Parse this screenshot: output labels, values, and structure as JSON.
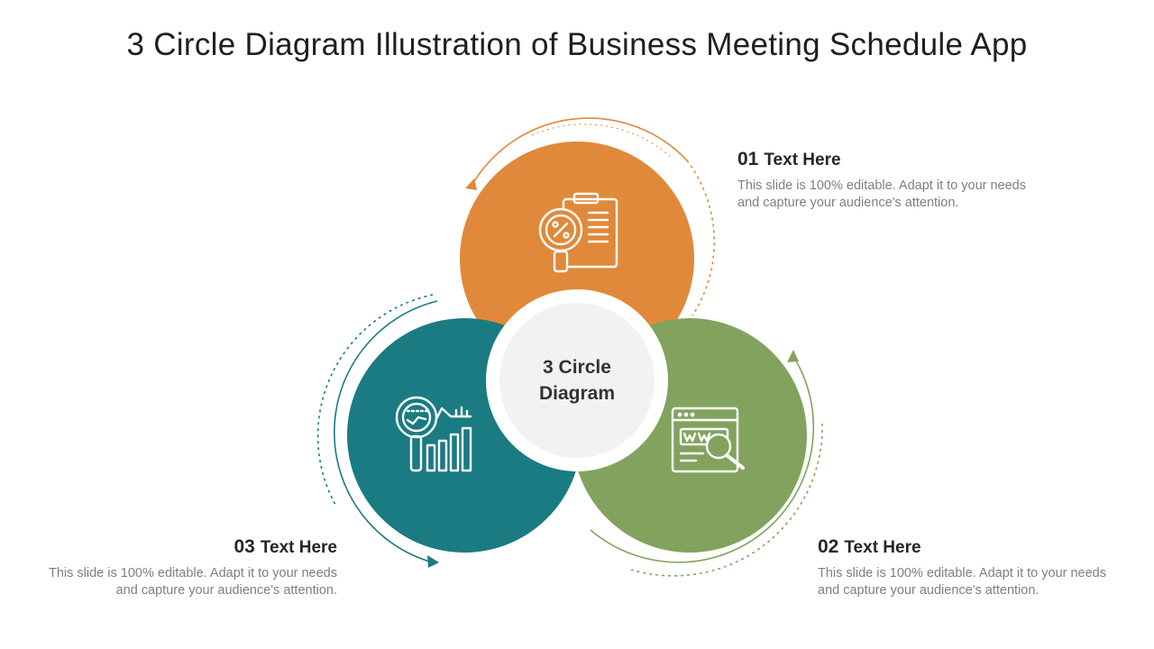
{
  "title": "3 Circle Diagram Illustration of Business Meeting Schedule App",
  "center": {
    "line1": "3 Circle",
    "line2": "Diagram"
  },
  "items": [
    {
      "number": "01",
      "heading": "Text Here",
      "text": "This slide is 100% editable. Adapt it to your needs and capture your audience's attention.",
      "icon": "clipboard-search-percent-icon"
    },
    {
      "number": "02",
      "heading": "Text Here",
      "text": "This slide is 100% editable. Adapt it to your needs and capture your audience's attention.",
      "icon": "web-browser-search-icon"
    },
    {
      "number": "03",
      "heading": "Text Here",
      "text": "This slide is 100% editable. Adapt it to your needs and capture your audience's attention.",
      "icon": "chart-analytics-icon"
    }
  ],
  "colors": {
    "orange": "#E0893A",
    "green": "#82A35E",
    "teal": "#1A7B82",
    "title": "#1f1f1f",
    "text": "#7f7f7f"
  }
}
